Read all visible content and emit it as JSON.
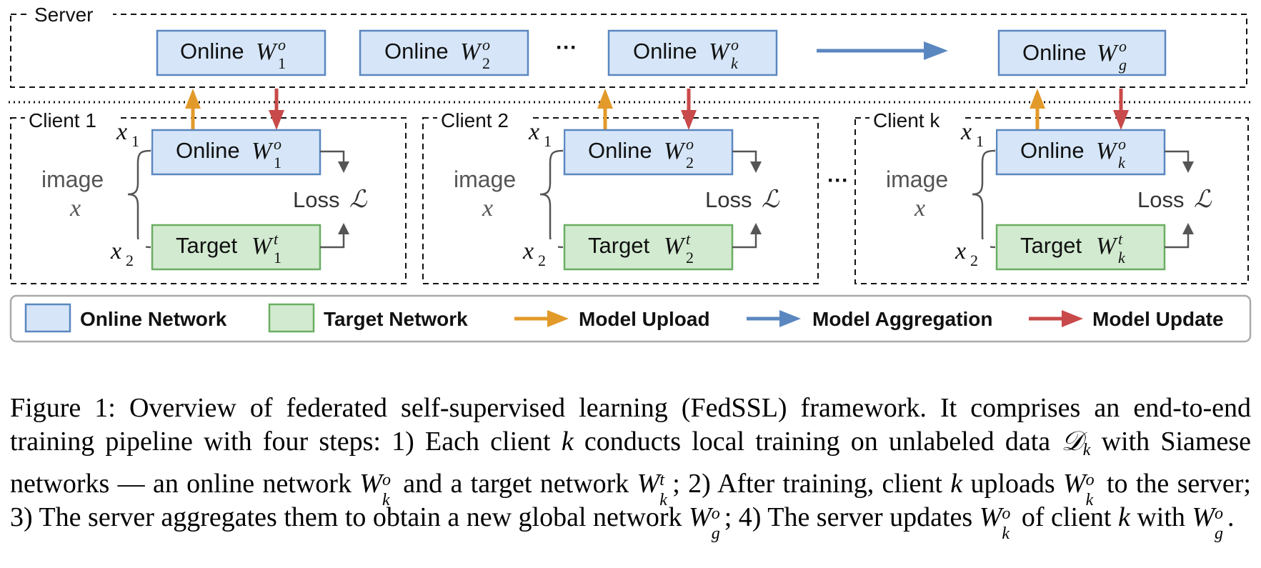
{
  "server": {
    "label": "Server",
    "models": [
      {
        "text": "Online",
        "sym": "W",
        "sub": "1",
        "sup": "o"
      },
      {
        "text": "Online",
        "sym": "W",
        "sub": "2",
        "sup": "o"
      },
      {
        "text": "Online",
        "sym": "W",
        "sub": "k",
        "sup": "o"
      }
    ],
    "ellipsis": "···",
    "global": {
      "text": "Online",
      "sym": "W",
      "sub": "g",
      "sup": "o"
    }
  },
  "clients": [
    {
      "label": "Client 1",
      "online": {
        "text": "Online",
        "sym": "W",
        "sub": "1",
        "sup": "o"
      },
      "target": {
        "text": "Target",
        "sym": "W",
        "sub": "1",
        "sup": "t"
      }
    },
    {
      "label": "Client 2",
      "online": {
        "text": "Online",
        "sym": "W",
        "sub": "2",
        "sup": "o"
      },
      "target": {
        "text": "Target",
        "sym": "W",
        "sub": "2",
        "sup": "t"
      }
    },
    {
      "label": "Client k",
      "online": {
        "text": "Online",
        "sym": "W",
        "sub": "k",
        "sup": "o"
      },
      "target": {
        "text": "Target",
        "sym": "W",
        "sub": "k",
        "sup": "t"
      }
    }
  ],
  "client_common": {
    "image": "image",
    "x": "x",
    "x1": "x",
    "x1_sub": "1",
    "x2": "x",
    "x2_sub": "2",
    "loss": "Loss",
    "loss_sym": "ℒ"
  },
  "client_ellipsis": "···",
  "legend": {
    "online": "Online Network",
    "target": "Target Network",
    "upload": "Model Upload",
    "aggregation": "Model Aggregation",
    "update": "Model Update"
  },
  "colors": {
    "online_fill": "#d6e6f8",
    "online_stroke": "#5b87c0",
    "target_fill": "#d2ead0",
    "target_stroke": "#6aae62",
    "upload": "#e29a2a",
    "aggregation": "#5b87c0",
    "update": "#c84a4a",
    "loss_arrow": "#555555"
  },
  "caption": {
    "p1": "Figure 1: Overview of federated self-supervised learning (FedSSL) framework. It comprises an end-to-end training pipeline with four steps: 1) Each client ",
    "k": "k",
    "p2": " conducts local training on unlabeled data ",
    "D": "𝒟",
    "p3": " with Siamese networks — an online network ",
    "p4": " and a target network ",
    "p5": "; 2) After training, client ",
    "p6": " uploads ",
    "p7": " to the server; 3) The server aggregates them to obtain a new global network ",
    "p8": "; 4) The server updates ",
    "p9": " of client ",
    "p10": " with ",
    "p11": "."
  }
}
